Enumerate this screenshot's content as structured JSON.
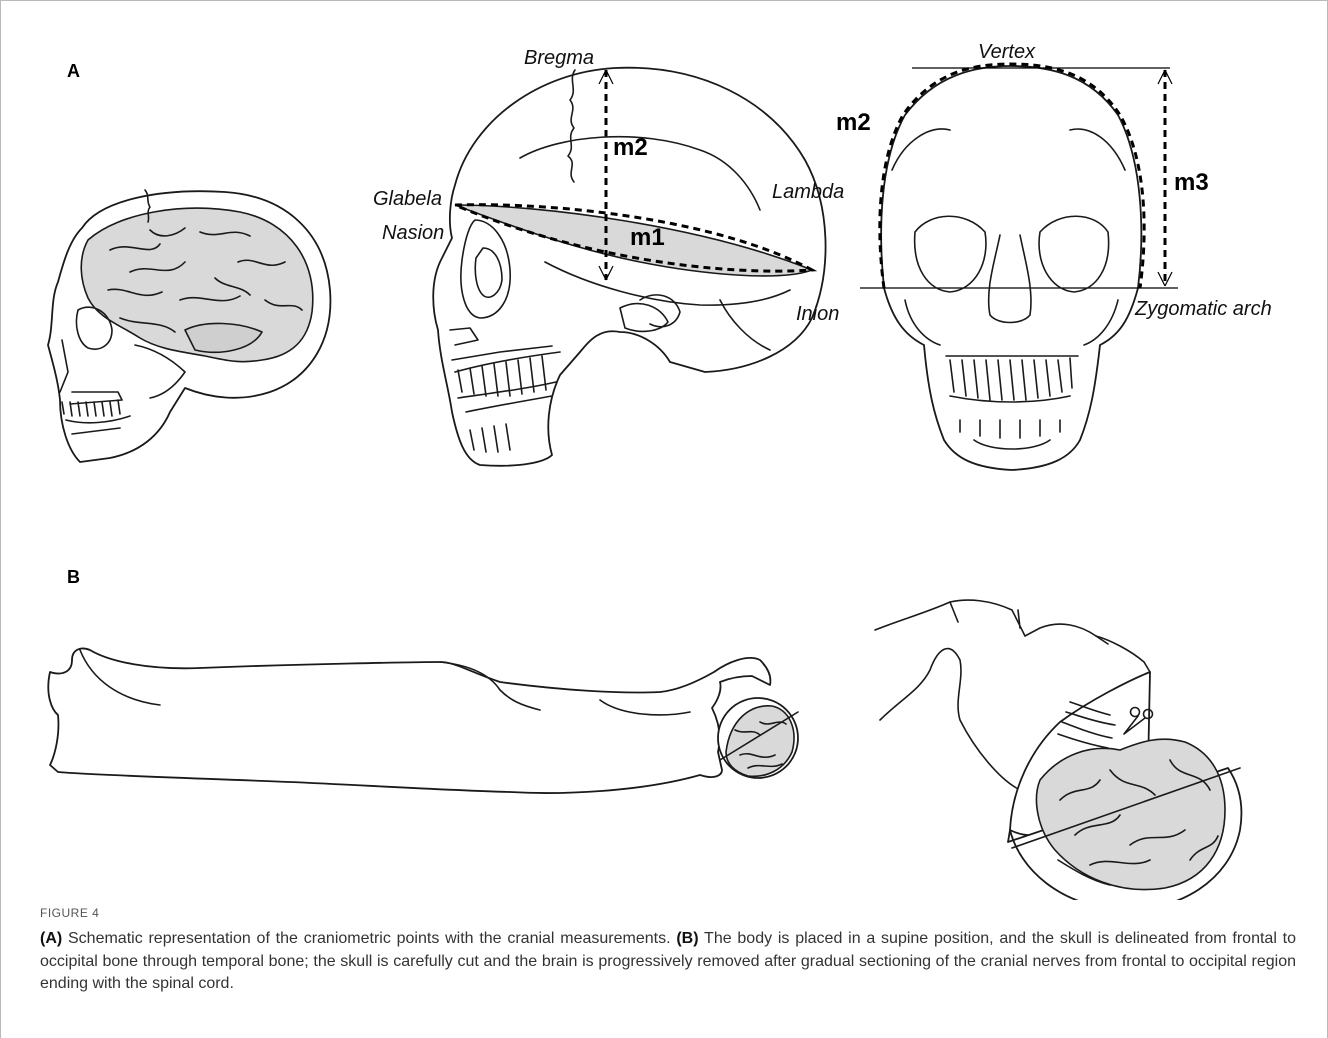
{
  "panels": {
    "a": {
      "letter": "A"
    },
    "b": {
      "letter": "B"
    }
  },
  "labels": {
    "bregma": "Bregma",
    "glabela": "Glabela",
    "nasion": "Nasion",
    "lambda": "Lambda",
    "inion": "Inion",
    "vertex": "Vertex",
    "zygomatic_arch": "Zygomatic arch"
  },
  "measurements": {
    "lateral_m1": "m1",
    "lateral_m2": "m2",
    "frontal_m2": "m2",
    "frontal_m3": "m3"
  },
  "caption": {
    "figure_number": "FIGURE 4",
    "part_a_label": "(A)",
    "part_a_text": " Schematic representation of the craniometric points with the cranial measurements. ",
    "part_b_label": "(B)",
    "part_b_text": " The body is placed in a supine position, and the skull is delineated from frontal to occipital bone through temporal bone; the skull is carefully cut and the brain is progressively removed after gradual sectioning of the cranial nerves from frontal to occipital region ending with the spinal cord."
  },
  "colors": {
    "brain_fill": "#d9d9d9",
    "line": "#1a1a1a",
    "caption_text": "#333333"
  }
}
